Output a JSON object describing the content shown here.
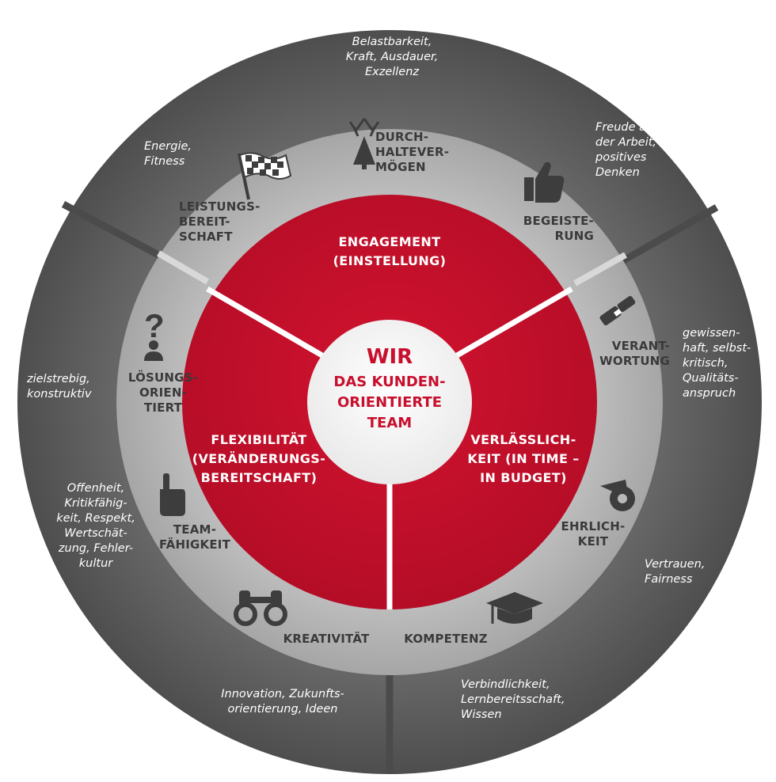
{
  "center": {
    "title": "WIR",
    "subtitle": "DAS KUNDEN-\nORIENTIERTE\nTEAM"
  },
  "segments": {
    "engagement": "ENGAGEMENT\n(EINSTELLUNG)",
    "flexibility": "FLEXIBILITÄT\n(VERÄNDERUNGS-\nBEREITSCHAFT)",
    "reliability": "VERLÄSSLICH-\nKEIT (IN TIME –\nIN BUDGET)"
  },
  "ring_labels": {
    "durchhalte": "DURCH-\nHALTEVER-\nMÖGEN",
    "leistung": "LEISTUNGS-\nBEREIT-\nSCHAFT",
    "begeisterung": "BEGEISTE-\nRUNG",
    "loesung": "LÖSUNGS-\nORIEN-\nTIERT",
    "verantwortung": "VERANT-\nWORTUNG",
    "team": "TEAM-\nFÄHIGKEIT",
    "ehrlichkeit": "EHRLICH-\nKEIT",
    "kreativitaet": "KREATIVITÄT",
    "kompetenz": "KOMPETENZ"
  },
  "outer_notes": {
    "top": "Belastbarkeit,\nKraft, Ausdauer,\nExzellenz",
    "energie": "Energie,\nFitness",
    "freude": "Freude an\nder Arbeit,\npositives\nDenken",
    "zielstrebig": "zielstrebig,\nkonstruktiv",
    "gewissen": "gewissen-\nhaft, selbst-\nkritisch,\nQualitäts-\nanspruch",
    "offenheit": "Offenheit,\nKritikfähig-\nkeit, Respekt,\nWertschät-\nzung, Fehler-\nkultur",
    "vertrauen": "Vertrauen,\nFairness",
    "innovation": "Innovation, Zukunfts-\norientierung, Ideen",
    "verbindlich": "Verbindlichkeit,\nLernbereitsschaft,\nWissen"
  },
  "colors": {
    "outer_ring": "#5f5f5f",
    "middle_ring": "#b9b9b9",
    "red": "#c8102e",
    "white": "#ffffff",
    "text_dark": "#3a3a3a"
  },
  "icons": [
    "laurel-tree-icon",
    "checkered-flag-icon",
    "thumbs-up-icon",
    "question-person-icon",
    "seatbelt-icon",
    "pointing-hand-icon",
    "whistle-icon",
    "binoculars-icon",
    "graduation-cap-icon"
  ]
}
